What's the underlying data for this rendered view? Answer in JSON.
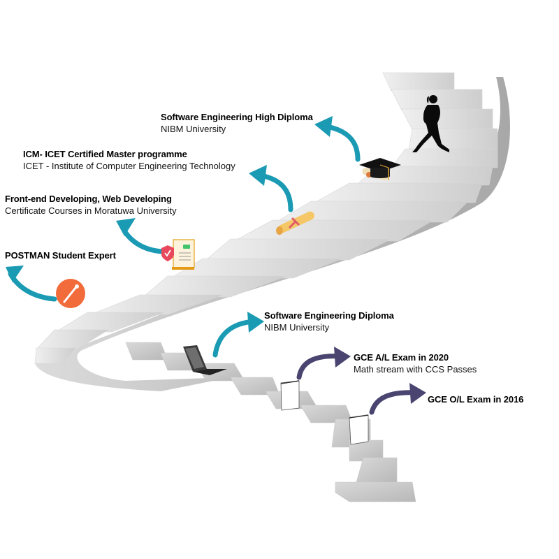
{
  "colors": {
    "background": "#ffffff",
    "stair_light": "#e6e6e6",
    "stair_mid": "#cfcfcf",
    "stair_dark": "#b5b5b5",
    "arrow_teal": "#1b9ab3",
    "arrow_purple": "#4a4570",
    "postman_orange": "#f26b3a",
    "text": "#000000"
  },
  "milestones": [
    {
      "id": "ol",
      "title": "GCE O/L Exam in 2016",
      "subtitle": "",
      "icon": "book-icon",
      "arrow": "purple"
    },
    {
      "id": "al",
      "title": "GCE A/L Exam in 2020",
      "subtitle": "Math stream with CCS Passes",
      "icon": "book-icon",
      "arrow": "purple"
    },
    {
      "id": "sed",
      "title": "Software Engineering Diploma",
      "subtitle": "NIBM University",
      "icon": "laptop-icon",
      "arrow": "teal"
    },
    {
      "id": "postman",
      "title": "POSTMAN Student Expert",
      "subtitle": "",
      "icon": "postman-logo-icon",
      "arrow": "teal"
    },
    {
      "id": "fe",
      "title": "Front-end Developing, Web Developing",
      "subtitle": "Certificate Courses in Moratuwa University",
      "icon": "certificate-document-icon",
      "arrow": "teal"
    },
    {
      "id": "icet",
      "title": "ICM- ICET Certified Master programme",
      "subtitle": "ICET - Institute of Computer Engineering Technology",
      "icon": "diploma-scroll-icon",
      "arrow": "teal"
    },
    {
      "id": "sehd",
      "title": "Software Engineering High Diploma",
      "subtitle": "NIBM University",
      "icon": "graduation-cap-icon",
      "arrow": "teal"
    }
  ],
  "figure": {
    "runner": "running-person-icon"
  }
}
